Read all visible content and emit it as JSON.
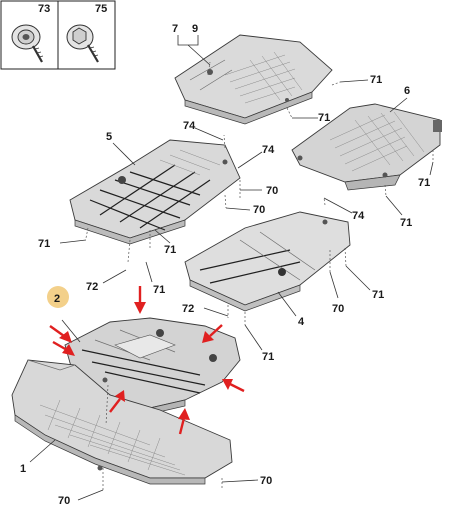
{
  "hardware": [
    {
      "number": "73",
      "icon": "washer-screw-icon"
    },
    {
      "number": "75",
      "icon": "flanged-screw-icon"
    }
  ],
  "callouts": {
    "c7": "7",
    "c9": "9",
    "c6": "6",
    "c5": "5",
    "c4": "4",
    "c2": "2",
    "c1": "1",
    "c74a": "74",
    "c74b": "74",
    "c74c": "74",
    "c71a": "71",
    "c71b": "71",
    "c71c": "71",
    "c71d": "71",
    "c71e": "71",
    "c71f": "71",
    "c71g": "71",
    "c71h": "71",
    "c71i": "71",
    "c70a": "70",
    "c70b": "70",
    "c70c": "70",
    "c70d": "70",
    "c70e": "70",
    "c72a": "72",
    "c72b": "72"
  },
  "colors": {
    "highlight_badge": "#f3d08a",
    "indicator_arrows": "#e02020",
    "panel_fill": "#d7d7d7",
    "panel_fill_light": "#e6e6e6"
  }
}
